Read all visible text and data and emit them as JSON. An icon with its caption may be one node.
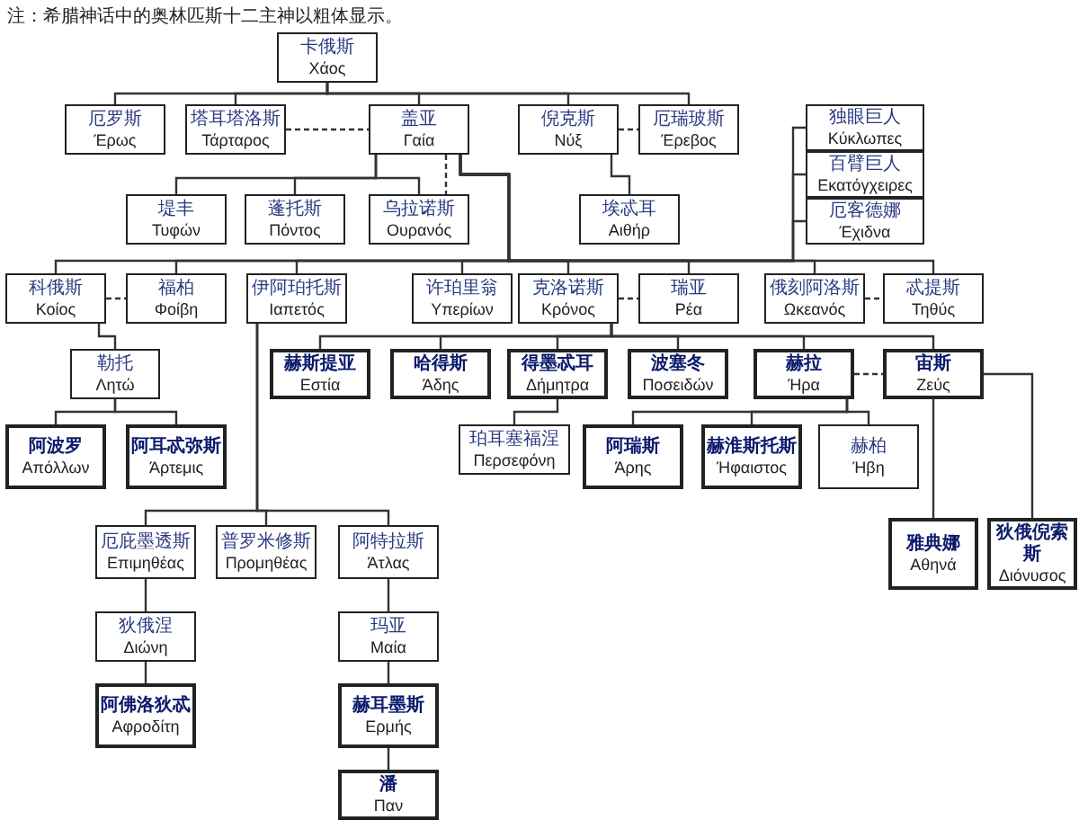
{
  "diagram": {
    "nodes": [
      {
        "text": [
          "卡俄斯",
          "Χάος"
        ]
      },
      {
        "text": [
          "厄罗斯",
          "Έρως"
        ]
      },
      {
        "text": [
          "塔耳塔洛斯",
          "Τάρταρος"
        ]
      },
      {
        "text": [
          "盖亚",
          "Γαία"
        ]
      },
      {
        "text": [
          "倪克斯",
          "Νύξ"
        ]
      },
      {
        "text": [
          "厄瑞玻斯",
          "Έρεβος"
        ]
      },
      {
        "text": [
          "堤丰",
          "Τυφών"
        ]
      },
      {
        "text": [
          "蓬托斯",
          "Πόντος"
        ]
      },
      {
        "text": [
          "乌拉诺斯",
          "Ουρανός"
        ]
      },
      {
        "text": [
          "埃忒耳",
          "Αιθήρ"
        ]
      },
      {
        "text": [
          "独眼巨人",
          "Κύκλωπες"
        ]
      },
      {
        "text": [
          "百臂巨人",
          "Εκατόγχειρες"
        ]
      },
      {
        "text": [
          "厄客德娜",
          "Έχιδνα"
        ]
      },
      {
        "text": [
          "科俄斯",
          "Κοίος"
        ]
      },
      {
        "text": [
          "福柏",
          "Φοίβη"
        ]
      },
      {
        "text": [
          "伊阿珀托斯",
          "Ιαπετός"
        ]
      },
      {
        "text": [
          "许珀里翁",
          "Υπερίων"
        ]
      },
      {
        "text": [
          "克洛诺斯",
          "Κρόνος"
        ]
      },
      {
        "text": [
          "瑞亚",
          "Ρέα"
        ]
      },
      {
        "text": [
          "俄刻阿洛斯",
          "Ωκεανός"
        ]
      },
      {
        "text": [
          "忒提斯",
          "Τηθύς"
        ]
      },
      {
        "text": [
          "勒托",
          "Λητώ"
        ]
      },
      {
        "text": [
          "赫斯提亚",
          "Εστία"
        ]
      },
      {
        "text": [
          "哈得斯",
          "Άδης"
        ]
      },
      {
        "text": [
          "得墨忒耳",
          "Δήμητρα"
        ]
      },
      {
        "text": [
          "波塞冬",
          "Ποσειδών"
        ]
      },
      {
        "text": [
          "赫拉",
          "Ήρα"
        ]
      },
      {
        "text": [
          "宙斯",
          "Ζεύς"
        ]
      },
      {
        "text": [
          "阿波罗",
          "Απόλλων"
        ]
      },
      {
        "text": [
          "阿耳忒弥斯",
          "Άρτεμις"
        ]
      },
      {
        "text": [
          "珀耳塞福涅",
          "Περσεφόνη"
        ]
      },
      {
        "text": [
          "阿瑞斯",
          "Άρης"
        ]
      },
      {
        "text": [
          "赫淮斯托斯",
          "Ήφαιστος"
        ]
      },
      {
        "text": [
          "赫柏",
          "Ήβη"
        ]
      },
      {
        "text": [
          "厄庇墨透斯",
          "Επιμηθέας"
        ]
      },
      {
        "text": [
          "普罗米修斯",
          "Προμηθέας"
        ]
      },
      {
        "text": [
          "阿特拉斯",
          "Άτλας"
        ]
      },
      {
        "text": [
          "雅典娜",
          "Αθηνά"
        ]
      },
      {
        "text": [
          "狄俄倪索斯",
          "Διόνυσος"
        ]
      },
      {
        "text": [
          "狄俄涅",
          "Διώνη"
        ]
      },
      {
        "text": [
          "玛亚",
          "Μαία"
        ]
      },
      {
        "text": [
          "阿佛洛狄忒",
          "Αφροδίτη"
        ]
      },
      {
        "text": [
          "赫耳墨斯",
          "Ερμής"
        ]
      },
      {
        "text": [
          "潘",
          "Παν"
        ]
      }
    ],
    "edges": [
      {
        "from": 0,
        "to": 1,
        "arrow": "none"
      },
      {
        "from": 0,
        "to": 2,
        "arrow": "none"
      },
      {
        "from": 0,
        "to": 3,
        "arrow": "none"
      },
      {
        "from": 0,
        "to": 4,
        "arrow": "none"
      },
      {
        "from": 0,
        "to": 5,
        "arrow": "none"
      },
      {
        "from": 2,
        "to": 3,
        "arrow": "none",
        "style": "dashed"
      },
      {
        "from": 3,
        "to": 8,
        "arrow": "none",
        "style": "dashed"
      },
      {
        "from": 4,
        "to": 5,
        "arrow": "none",
        "style": "dashed"
      },
      {
        "from": 3,
        "to": 6,
        "arrow": "none"
      },
      {
        "from": 3,
        "to": 7,
        "arrow": "none"
      },
      {
        "from": 3,
        "to": 8,
        "arrow": "none"
      },
      {
        "from": 4,
        "to": 9,
        "arrow": "none"
      },
      {
        "from": 3,
        "to": 13,
        "arrow": "none"
      },
      {
        "from": 3,
        "to": 14,
        "arrow": "none"
      },
      {
        "from": 3,
        "to": 15,
        "arrow": "none"
      },
      {
        "from": 3,
        "to": 16,
        "arrow": "none"
      },
      {
        "from": 3,
        "to": 17,
        "arrow": "none"
      },
      {
        "from": 3,
        "to": 18,
        "arrow": "none"
      },
      {
        "from": 3,
        "to": 19,
        "arrow": "none"
      },
      {
        "from": 3,
        "to": 20,
        "arrow": "none"
      },
      {
        "from": 3,
        "to": 10,
        "arrow": "none"
      },
      {
        "from": 3,
        "to": 11,
        "arrow": "none"
      },
      {
        "from": 3,
        "to": 12,
        "arrow": "none"
      },
      {
        "from": 13,
        "to": 14,
        "arrow": "none",
        "style": "dashed"
      },
      {
        "from": 13,
        "to": 21,
        "arrow": "none"
      },
      {
        "from": 17,
        "to": 18,
        "arrow": "none",
        "style": "dashed"
      },
      {
        "from": 17,
        "to": 22,
        "arrow": "none"
      },
      {
        "from": 17,
        "to": 23,
        "arrow": "none"
      },
      {
        "from": 17,
        "to": 24,
        "arrow": "none"
      },
      {
        "from": 17,
        "to": 25,
        "arrow": "none"
      },
      {
        "from": 17,
        "to": 26,
        "arrow": "none"
      },
      {
        "from": 17,
        "to": 27,
        "arrow": "none"
      },
      {
        "from": 19,
        "to": 20,
        "arrow": "none",
        "style": "dashed"
      },
      {
        "from": 21,
        "to": 28,
        "arrow": "none"
      },
      {
        "from": 21,
        "to": 29,
        "arrow": "none"
      },
      {
        "from": 24,
        "to": 30,
        "arrow": "none"
      },
      {
        "from": 26,
        "to": 27,
        "arrow": "none",
        "style": "dashed"
      },
      {
        "from": 26,
        "to": 31,
        "arrow": "none"
      },
      {
        "from": 26,
        "to": 32,
        "arrow": "none"
      },
      {
        "from": 26,
        "to": 33,
        "arrow": "none"
      },
      {
        "from": 27,
        "to": 37,
        "arrow": "none"
      },
      {
        "from": 27,
        "to": 38,
        "arrow": "none"
      },
      {
        "from": 15,
        "to": 34,
        "arrow": "none"
      },
      {
        "from": 15,
        "to": 35,
        "arrow": "none"
      },
      {
        "from": 15,
        "to": 36,
        "arrow": "none"
      },
      {
        "from": 34,
        "to": 39,
        "arrow": "none"
      },
      {
        "from": 39,
        "to": 41,
        "arrow": "none"
      },
      {
        "from": 36,
        "to": 40,
        "arrow": "none"
      },
      {
        "from": 40,
        "to": 42,
        "arrow": "none"
      },
      {
        "from": 42,
        "to": 43,
        "arrow": "none"
      }
    ],
    "labels": [
      "注：希腊神话中的奥林匹斯十二主神以粗体显示。"
    ]
  }
}
